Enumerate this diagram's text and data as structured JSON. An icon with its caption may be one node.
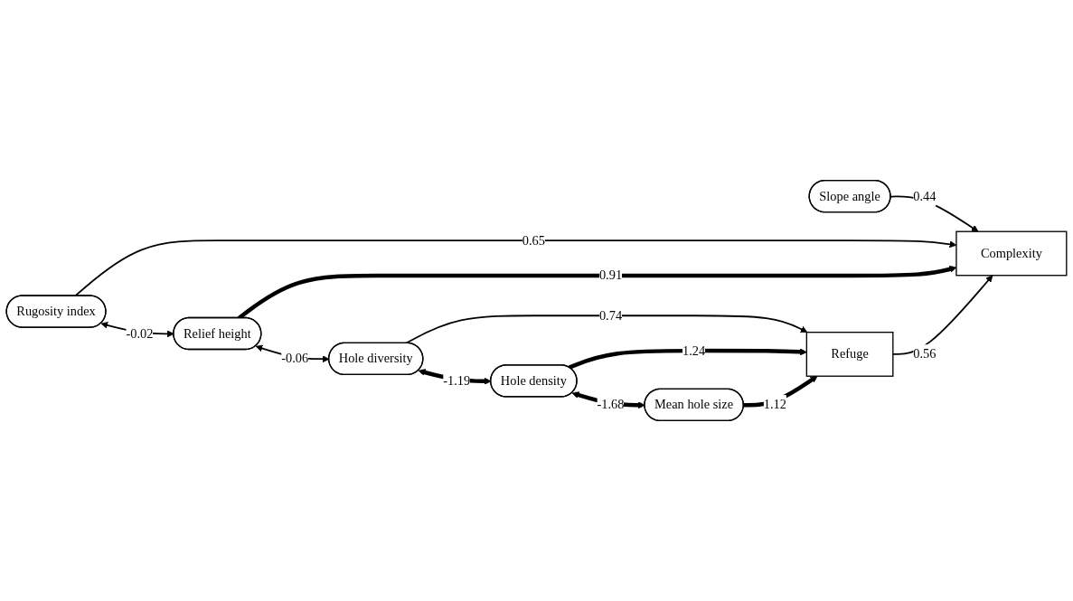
{
  "diagram": {
    "nodes": [
      {
        "text": [
          "Slope angle"
        ]
      },
      {
        "text": [
          "Rugosity index"
        ]
      },
      {
        "text": [
          "Relief height"
        ]
      },
      {
        "text": [
          "Hole diversity"
        ]
      },
      {
        "text": [
          "Hole density"
        ]
      },
      {
        "text": [
          "Mean hole size"
        ]
      },
      {
        "text": [
          "Refuge"
        ]
      },
      {
        "text": [
          "Complexity"
        ]
      }
    ],
    "edges": [
      {
        "from": 0,
        "to": 7,
        "arrow": "to",
        "label": "0.44"
      },
      {
        "from": 1,
        "to": 7,
        "arrow": "to",
        "label": "0.65"
      },
      {
        "from": 2,
        "to": 7,
        "arrow": "to",
        "label": "0.91",
        "style": "thick"
      },
      {
        "from": 1,
        "to": 2,
        "arrow": "both",
        "label": "-0.02"
      },
      {
        "from": 2,
        "to": 3,
        "arrow": "both",
        "label": "-0.06"
      },
      {
        "from": 3,
        "to": 4,
        "arrow": "both",
        "label": "-1.19",
        "style": "thick"
      },
      {
        "from": 4,
        "to": 5,
        "arrow": "both",
        "label": "-1.68",
        "style": "thick"
      },
      {
        "from": 3,
        "to": 6,
        "arrow": "to",
        "label": "0.74"
      },
      {
        "from": 4,
        "to": 6,
        "arrow": "to",
        "label": "1.24",
        "style": "thick"
      },
      {
        "from": 5,
        "to": 6,
        "arrow": "to",
        "label": "1.12",
        "style": "thick"
      },
      {
        "from": 6,
        "to": 7,
        "arrow": "to",
        "label": "0.56"
      }
    ]
  }
}
